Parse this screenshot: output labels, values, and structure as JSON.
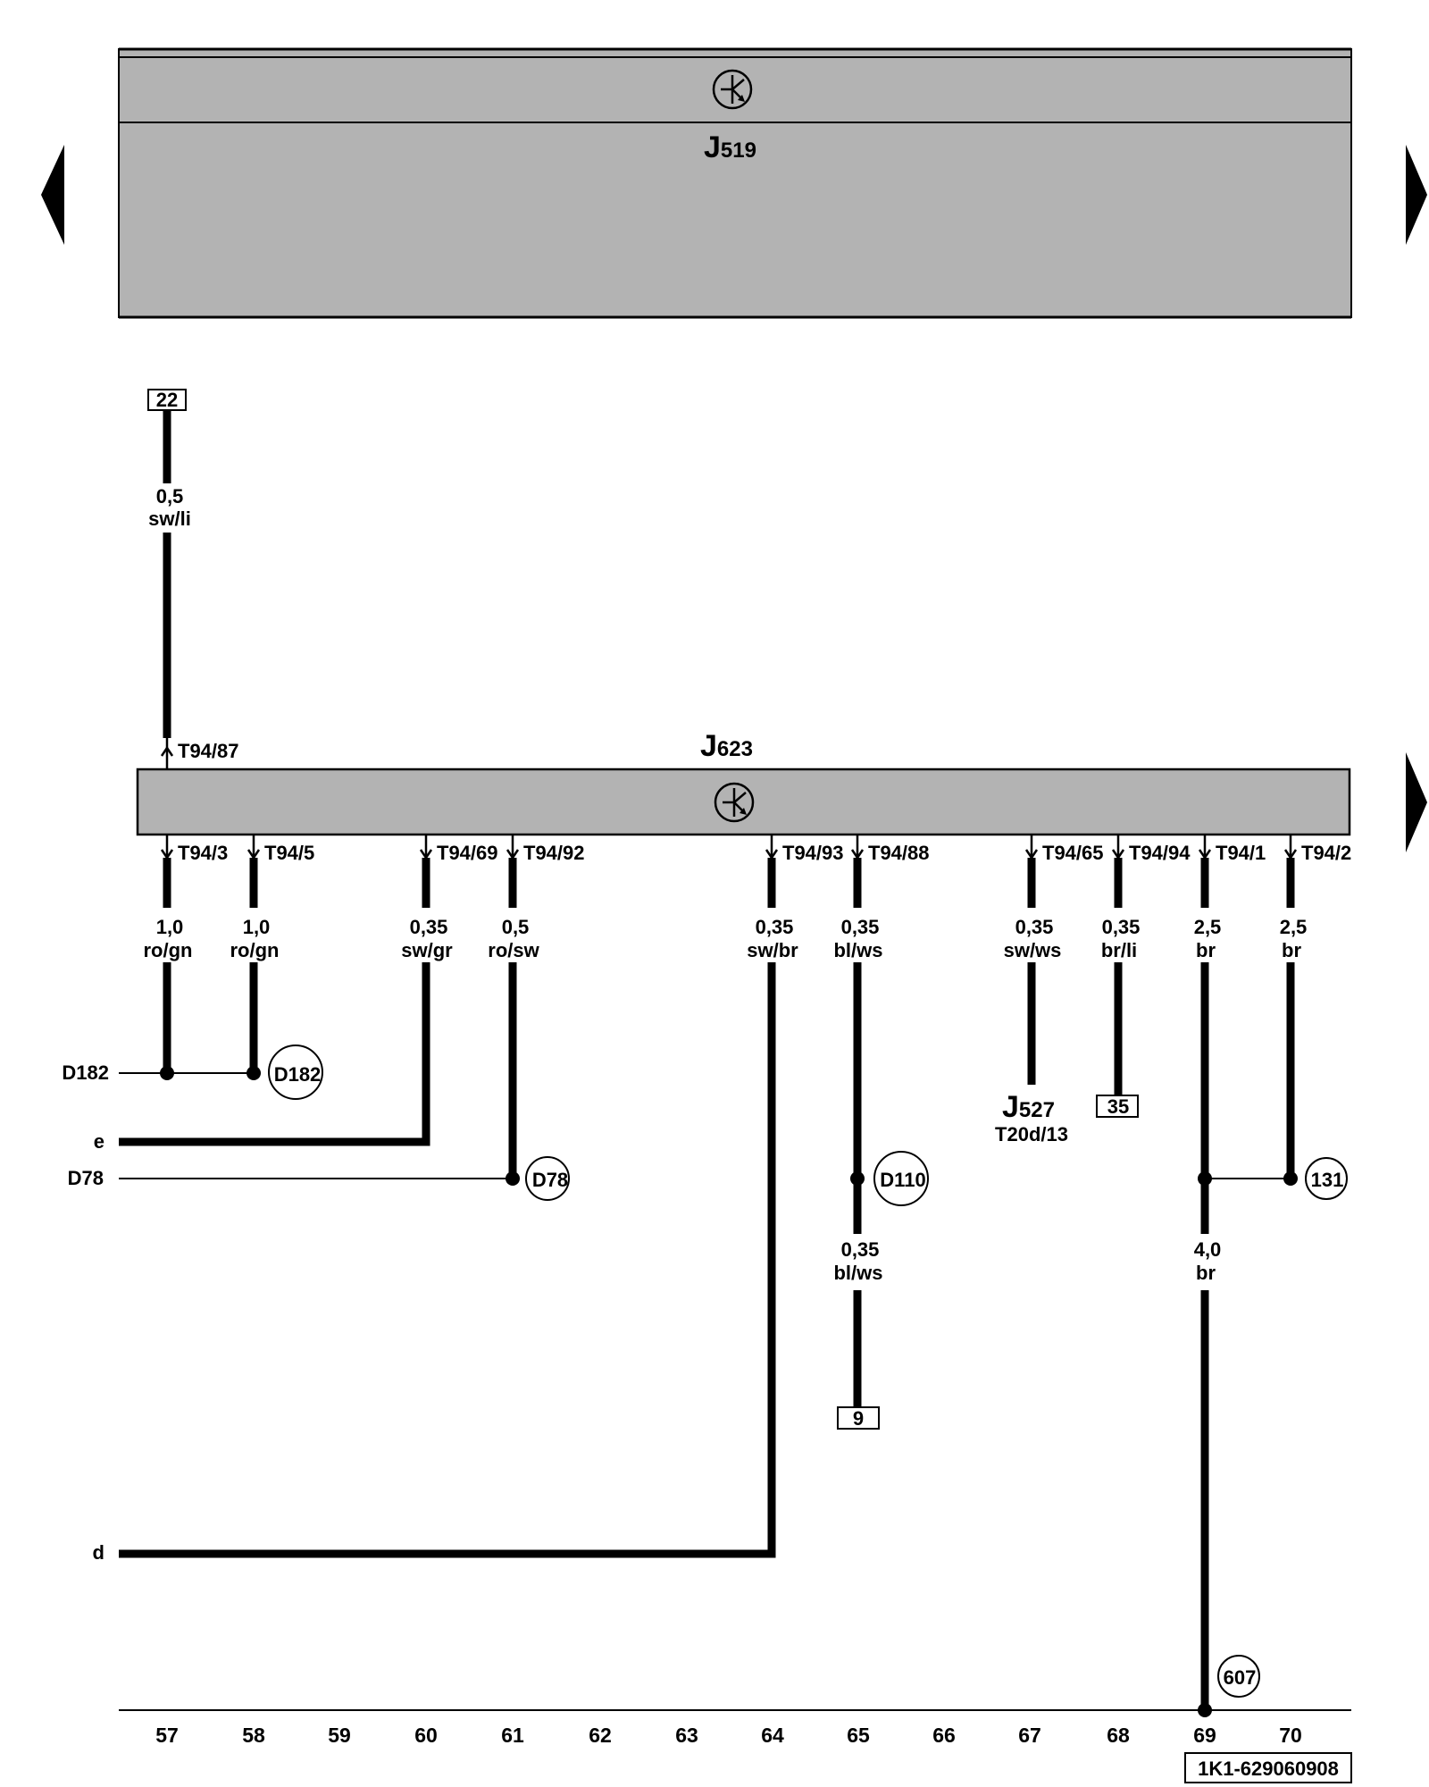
{
  "top_module": {
    "name_main": "J",
    "name_sub": "519"
  },
  "main_module": {
    "name_main": "J",
    "name_sub": "623",
    "top_pin": "T94/87"
  },
  "top_wire": {
    "ref_box": "22",
    "gauge": "0,5",
    "color": "sw/li"
  },
  "pins": [
    {
      "label": "T94/3",
      "gauge": "1,0",
      "color": "ro/gn"
    },
    {
      "label": "T94/5",
      "gauge": "1,0",
      "color": "ro/gn"
    },
    {
      "label": "T94/69",
      "gauge": "0,35",
      "color": "sw/gr"
    },
    {
      "label": "T94/92",
      "gauge": "0,5",
      "color": "ro/sw"
    },
    {
      "label": "T94/93",
      "gauge": "0,35",
      "color": "sw/br"
    },
    {
      "label": "T94/88",
      "gauge": "0,35",
      "color": "bl/ws"
    },
    {
      "label": "T94/65",
      "gauge": "0,35",
      "color": "sw/ws"
    },
    {
      "label": "T94/94",
      "gauge": "0,35",
      "color": "br/li"
    },
    {
      "label": "T94/1",
      "gauge": "2,5",
      "color": "br"
    },
    {
      "label": "T94/2",
      "gauge": "2,5",
      "color": "br"
    }
  ],
  "left_labels": {
    "d182": "D182",
    "e": "e",
    "d78": "D78",
    "d": "d"
  },
  "circles": {
    "d182": "D182",
    "d78": "D78",
    "d110": "D110",
    "c131": "131",
    "c607": "607"
  },
  "boxes": {
    "b35": "35",
    "b9": "9"
  },
  "j527": {
    "name_main": "J",
    "name_sub": "527",
    "connector": "T20d/13"
  },
  "wire_65_lower": {
    "gauge": "0,35",
    "color": "bl/ws"
  },
  "wire_69_lower": {
    "gauge": "4,0",
    "color": "br"
  },
  "track_numbers": [
    "57",
    "58",
    "59",
    "60",
    "61",
    "62",
    "63",
    "64",
    "65",
    "66",
    "67",
    "68",
    "69",
    "70"
  ],
  "doc_id": "1K1-629060908",
  "colors": {
    "module_fill": "#b3b3b3",
    "line": "#000000"
  }
}
